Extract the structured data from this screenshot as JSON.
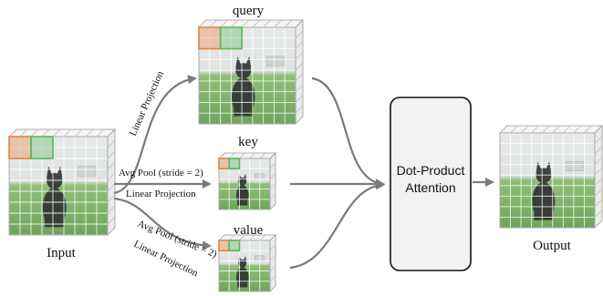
{
  "labels": {
    "input": "Input",
    "query": "query",
    "key": "key",
    "value": "value",
    "output": "Output",
    "attention_line1": "Dot-Product",
    "attention_line2": "Attention"
  },
  "edges": {
    "query_edge": "Linear Projection",
    "key_edge_top": "Avg Pool (stride = 2)",
    "key_edge_bottom": "Linear Projection",
    "value_edge_1": "Avg Pool (stride = 2)",
    "value_edge_2": "Linear Projection"
  },
  "colors": {
    "arrow": "#7a7a7a",
    "patch_orange": "#e8823a",
    "patch_green": "#58b85a",
    "grass": "#7fb36b",
    "sky": "#e4e6e8",
    "dog": "#2f3133"
  },
  "icons": {
    "image_block": "dog-photo-grid-icon"
  }
}
